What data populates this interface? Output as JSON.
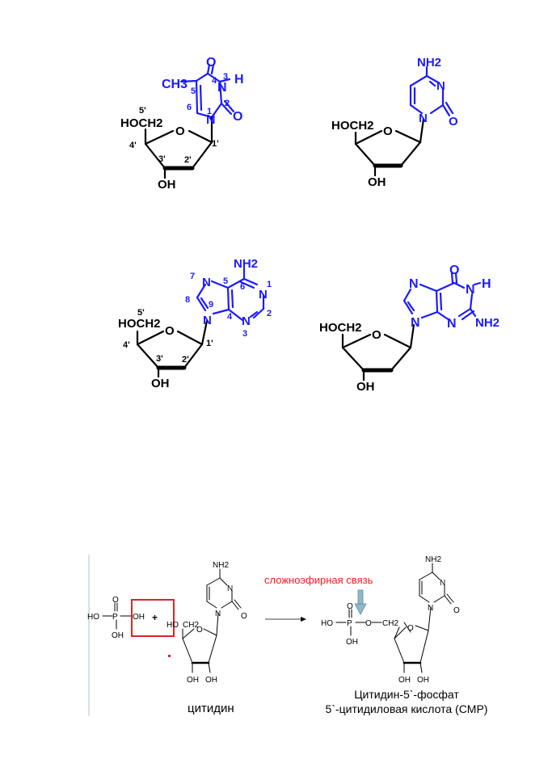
{
  "colors": {
    "base": "#1a1aff",
    "sugar": "#000000",
    "ester_label": "#ff1a1a",
    "box": "#d62828",
    "arrow": "#8fb8c8"
  },
  "thymidine": {
    "ch3": "CH3",
    "o_top": "O",
    "h": "H",
    "n3": "N",
    "o2": "O",
    "n1": "N",
    "num5": "5",
    "num4": "4",
    "num3": "3",
    "num6": "6",
    "num2": "2",
    "num1": "1",
    "hoch2": "HOCH2",
    "p5": "5'",
    "o_ring": "O",
    "p4": "4'",
    "p3": "3'",
    "p2": "2'",
    "p1": "1'",
    "oh": "OH"
  },
  "cytidine_top": {
    "nh2": "NH2",
    "n3": "N",
    "o2": "O",
    "n1": "N",
    "hoch2": "HOCH2",
    "o_ring": "O",
    "oh": "OH"
  },
  "adenosine": {
    "nh2": "NH2",
    "num6": "6",
    "num1": "1",
    "num7": "7",
    "n7": "N",
    "num5": "5",
    "n1": "N",
    "num8": "8",
    "num9": "9",
    "num4": "4",
    "num2": "2",
    "n9": "N",
    "n3": "N",
    "num3": "3",
    "p5": "5'",
    "hoch2": "HOCH2",
    "o_ring": "O",
    "p4": "4'",
    "p3": "3'",
    "p2": "2'",
    "p1": "1'",
    "oh": "OH"
  },
  "guanosine": {
    "o6": "O",
    "n7": "N",
    "n1": "N",
    "h": "H",
    "n9": "N",
    "n3": "N",
    "nh2": "NH2",
    "hoch2": "HOCH2",
    "o_ring": "O",
    "oh": "OH"
  },
  "reaction": {
    "phos_o_top": "O",
    "phos_ho": "HO",
    "phos_p": "P",
    "phos_oh_right": "OH",
    "phos_oh_bottom": "OH",
    "plus": "+",
    "cyt_nh2": "NH2",
    "cyt_n": "N",
    "cyt_o": "O",
    "cyt_n1": "N",
    "cyt_ho": "HO",
    "cyt_ch2": "CH2",
    "cyt_ring_o": "O",
    "cyt_oh1": "OH",
    "cyt_oh2": "OH",
    "reactant_name": "цитидин",
    "ester_label": "сложноэфирная связь",
    "prod_o_top": "O",
    "prod_ho": "HO",
    "prod_p": "P",
    "prod_o_bridge": "O",
    "prod_ch2": "CH2",
    "prod_oh_bottom": "OH",
    "prod_nh2": "NH2",
    "prod_n": "N",
    "prod_o": "O",
    "prod_n1": "N",
    "prod_ring_o": "O",
    "prod_oh1": "OH",
    "prod_oh2": "OH",
    "product_name_1": "Цитидин-5`-фосфат",
    "product_name_2": "5`-цитидиловая кислота (CMP)"
  }
}
